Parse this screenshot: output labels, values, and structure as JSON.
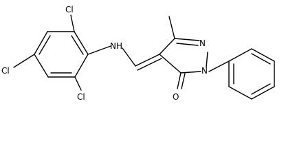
{
  "molecule": {
    "atoms": {
      "cl_top": "Cl",
      "cl_left": "Cl",
      "cl_bottom": "Cl",
      "nh": "NH",
      "ring_n_right": "N",
      "ring_n_left": "N",
      "carbonyl_o": "O"
    },
    "colors": {
      "bond": "#000000",
      "label": "#000000",
      "background": "#ffffff"
    }
  }
}
